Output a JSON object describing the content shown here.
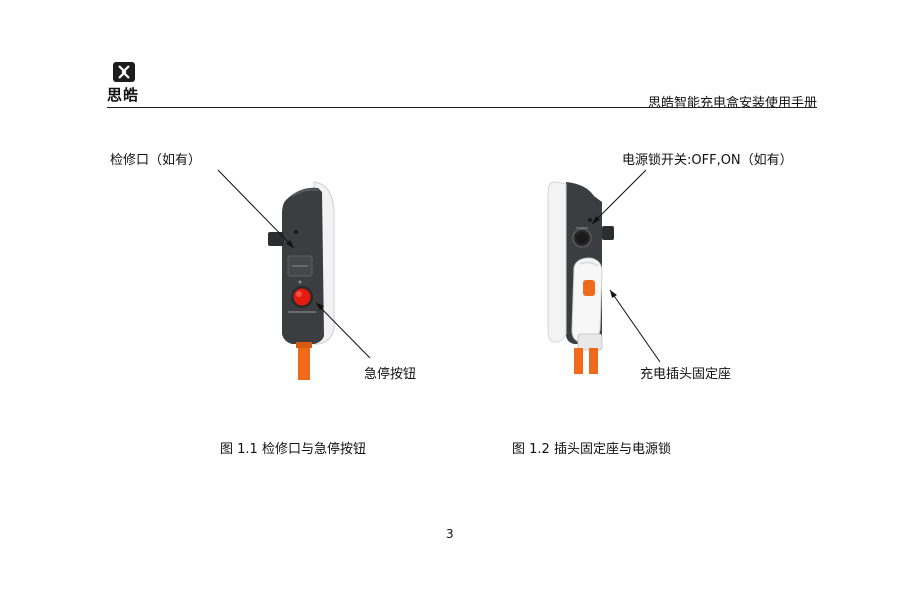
{
  "header": {
    "logo_text": "思皓",
    "title": "思皓智能充电盒安装使用手册"
  },
  "figure1": {
    "callout_top": "检修口（如有）",
    "callout_bottom": "急停按钮",
    "caption": "图 1.1 检修口与急停按钮"
  },
  "figure2": {
    "callout_top": "电源锁开关:OFF,ON（如有）",
    "callout_bottom": "充电插头固定座",
    "caption": "图 1.2 插头固定座与电源锁"
  },
  "footer": {
    "page_number": "3"
  },
  "colors": {
    "device_dark": "#3a3c40",
    "device_white": "#f4f4f4",
    "cable_orange": "#ef6a1a",
    "button_red": "#e41b10"
  }
}
